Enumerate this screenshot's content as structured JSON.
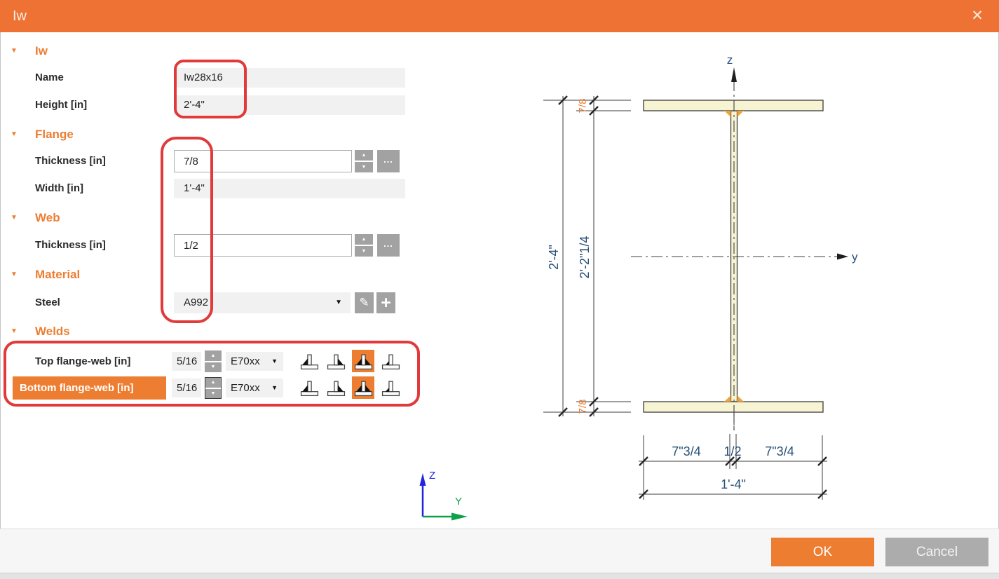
{
  "titlebar": {
    "title": "Iw",
    "close_icon": "✕"
  },
  "glyphs": {
    "collapse": "▼",
    "spin_up": "▲",
    "spin_down": "▼",
    "dropdown_caret": "▼",
    "dots": "...",
    "pencil": "✎",
    "plus": "+"
  },
  "sections": {
    "iw": {
      "title": "Iw"
    },
    "flange": {
      "title": "Flange"
    },
    "web": {
      "title": "Web"
    },
    "material": {
      "title": "Material"
    },
    "welds": {
      "title": "Welds"
    }
  },
  "fields": {
    "name": {
      "label": "Name",
      "value": "Iw28x16"
    },
    "height": {
      "label": "Height [in]",
      "value": "2'-4\""
    },
    "flange_thickness": {
      "label": "Thickness [in]",
      "value": "7/8"
    },
    "flange_width": {
      "label": "Width [in]",
      "value": "1'-4\""
    },
    "web_thickness": {
      "label": "Thickness [in]",
      "value": "1/2"
    },
    "steel": {
      "label": "Steel",
      "value": "A992"
    },
    "top_weld": {
      "label": "Top flange-web [in]",
      "value": "5/16",
      "electrode": "E70xx"
    },
    "bottom_weld": {
      "label": "Bottom flange-web [in]",
      "value": "5/16",
      "electrode": "E70xx"
    }
  },
  "buttons": {
    "ok": "OK",
    "cancel": "Cancel"
  },
  "drawing": {
    "axis_z": "z",
    "axis_y": "y",
    "dims": {
      "total_height": "2'-4\"",
      "web_height": "2'-2\"1/4",
      "flange_thickness_top": "7/8",
      "flange_thickness_bottom": "7/8",
      "left_half_width": "7\"3/4",
      "web_thickness": "1/2",
      "right_half_width": "7\"3/4",
      "total_width": "1'-4\""
    }
  },
  "ucs": {
    "z": "Z",
    "y": "Y"
  },
  "colors": {
    "accent": "#ED7D31",
    "titlebar": "#ED7233",
    "annotation": "#E03A3A",
    "dim_text": "#254E77",
    "dim_highlight": "#ED7D31",
    "beam_fill": "#F6F4D2",
    "weld_fill": "#F2A33A",
    "ucs_z": "#2424E0",
    "ucs_y": "#0FA04A"
  }
}
